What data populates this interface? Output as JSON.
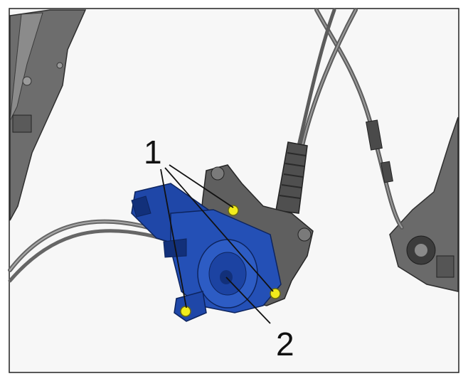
{
  "figure": {
    "callouts": [
      {
        "label": "1",
        "meaning": "mounting-bolts"
      },
      {
        "label": "2",
        "meaning": "window-regulator-motor"
      }
    ],
    "colors": {
      "motor": "#1f47a8",
      "motor_dark": "#12307a",
      "bracket": "#5a5a5a",
      "cable": "#6e6e6e",
      "bolt": "#f2ec1c",
      "frame": "#4a4a4a",
      "background": "#f7f7f7"
    },
    "icons": [
      "bolt-highlight-icon"
    ]
  }
}
